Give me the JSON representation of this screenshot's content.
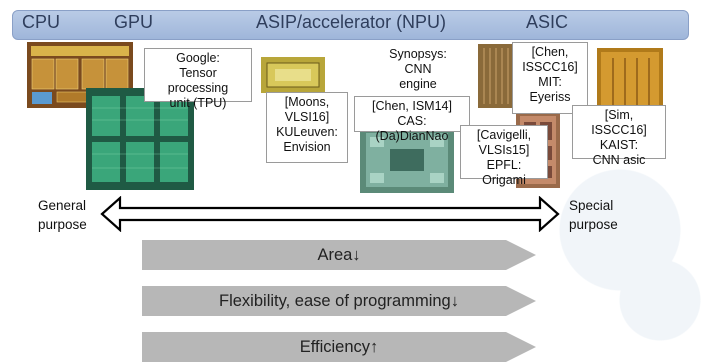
{
  "header": {
    "cpu": "CPU",
    "gpu": "GPU",
    "npu": "ASIP/accelerator (NPU)",
    "asic": "ASIC"
  },
  "labels": {
    "google": "Google:\nTensor processing\nunit (TPU)",
    "moons": "[Moons,\nVLSI16]\nKULeuven:\nEnvision",
    "synopsys": "Synopsys:\nCNN engine",
    "chen_ism": "[Chen, ISM14] CAS:\n(Da)DianNao",
    "chen_isscc": "[Chen,\nISSCC16]\nMIT:\nEyeriss",
    "cavigelli": "[Cavigelli,\nVLSIs15] EPFL:\nOrigami",
    "sim": "[Sim, ISSCC16]\nKAIST:\nCNN asic"
  },
  "axis": {
    "left": "General\npurpose",
    "right": "Special\npurpose"
  },
  "bars": {
    "area": "Area↓",
    "flexibility": "Flexibility, ease of programming↓",
    "efficiency": "Efficiency↑"
  },
  "colors": {
    "header_bg": "#a9bfe0",
    "bar_gray": "#b5b5b5",
    "cpu_chip": "#c89a3a",
    "gpu_chip": "#2f7a5a"
  }
}
